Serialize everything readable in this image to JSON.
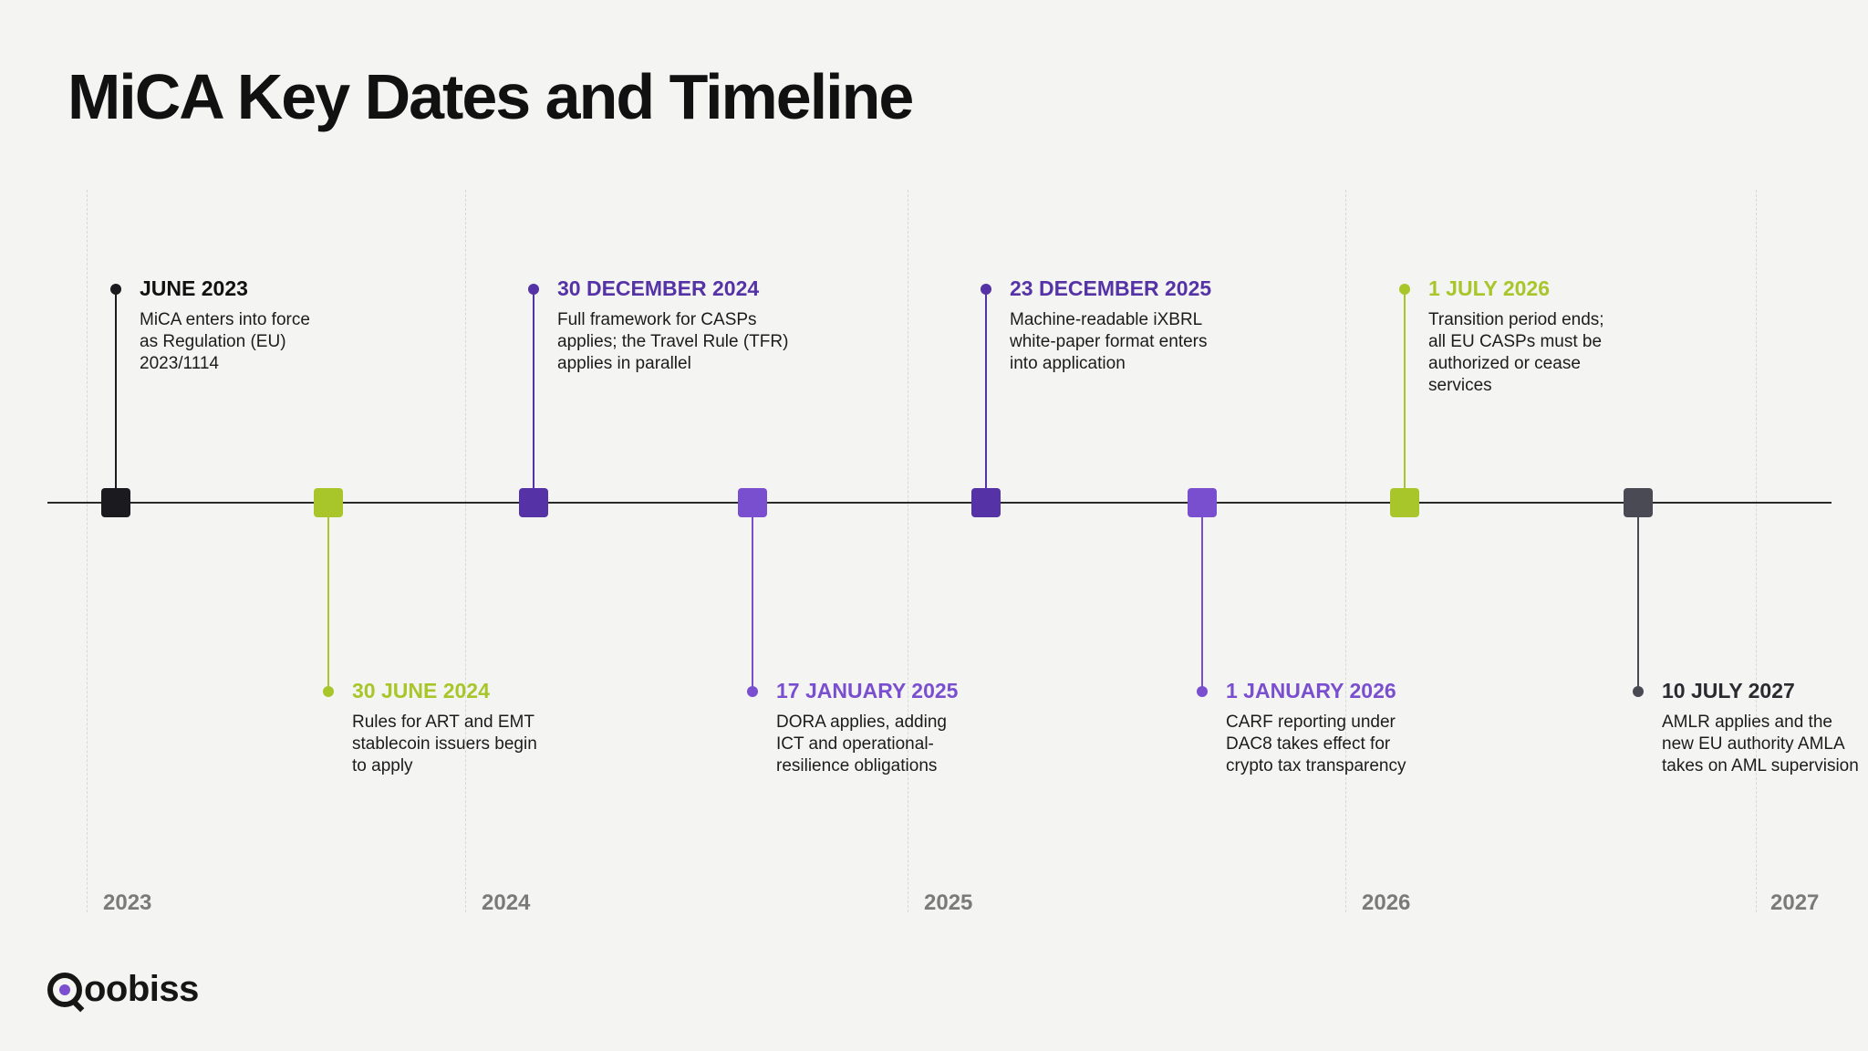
{
  "title": "MiCA Key Dates and Timeline",
  "years": [
    "2023",
    "2024",
    "2025",
    "2026",
    "2027"
  ],
  "colors": {
    "black": "#1a1a1f",
    "lime": "#a8c62a",
    "purple_dark": "#5533a6",
    "purple_mid": "#7a4fcf",
    "gray": "#4a4a54"
  },
  "events": [
    {
      "date": "JUNE 2023",
      "description": [
        "MiCA enters into force",
        "as Regulation (EU)",
        "2023/1114"
      ],
      "position": "above",
      "color": "black"
    },
    {
      "date": "30 JUNE 2024",
      "description": [
        "Rules for ART and EMT",
        "stablecoin issuers begin",
        "to apply"
      ],
      "position": "below",
      "color": "lime"
    },
    {
      "date": "30 DECEMBER 2024",
      "description": [
        "Full framework for CASPs",
        "applies; the Travel Rule (TFR)",
        "applies in parallel"
      ],
      "position": "above",
      "color": "purple_dark"
    },
    {
      "date": "17 JANUARY 2025",
      "description": [
        "DORA applies, adding",
        "ICT and operational-",
        "resilience obligations"
      ],
      "position": "below",
      "color": "purple_mid"
    },
    {
      "date": "23 DECEMBER 2025",
      "description": [
        "Machine-readable iXBRL",
        "white-paper format enters",
        "into application"
      ],
      "position": "above",
      "color": "purple_dark"
    },
    {
      "date": "1 JANUARY 2026",
      "description": [
        "CARF reporting under",
        "DAC8 takes effect for",
        "crypto tax transparency"
      ],
      "position": "below",
      "color": "purple_mid"
    },
    {
      "date": "1 JULY 2026",
      "description": [
        "Transition period ends;",
        "all EU CASPs must be",
        "authorized or cease",
        "services"
      ],
      "position": "above",
      "color": "lime"
    },
    {
      "date": "10 JULY 2027",
      "description": [
        "AMLR applies and the",
        "new EU authority AMLA",
        "takes on AML supervision"
      ],
      "position": "below",
      "color": "gray"
    }
  ],
  "brand": {
    "logo_text": "oobiss"
  }
}
